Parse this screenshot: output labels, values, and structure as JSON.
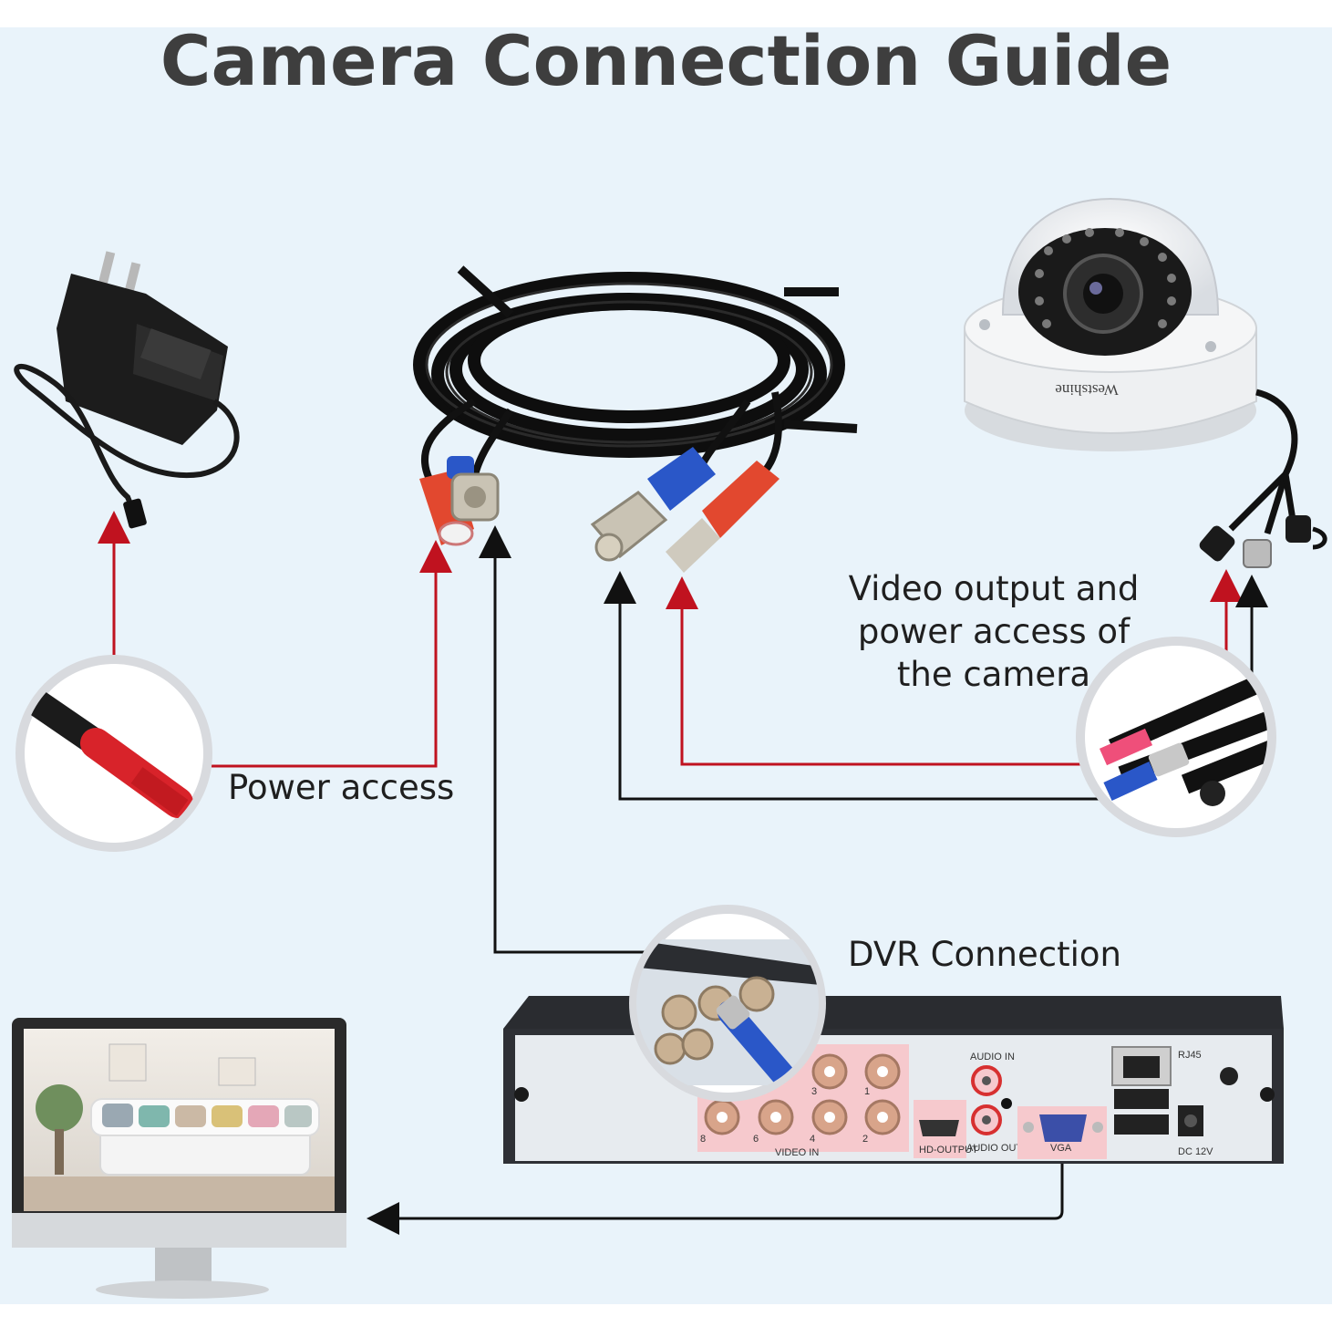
{
  "title": "Camera Connection Guide",
  "labels": {
    "power_access": "Power access",
    "video_output_lines": [
      "Video output and",
      "power access of",
      "the camera"
    ],
    "dvr_connection": "DVR Connection"
  },
  "camera_brand": "Westshine",
  "dvr_panel": {
    "rj45": "RJ45",
    "audio_in": "AUDIO IN",
    "audio_out": "AUDIO OUT",
    "hd_output": "HD-OUTPUT",
    "vga": "VGA",
    "video_in": "VIDEO IN",
    "dc": "DC 12V",
    "channels": [
      "3",
      "1",
      "8",
      "6",
      "4",
      "2"
    ]
  },
  "colors": {
    "background": "#e9f3fa",
    "power_line": "#c0121f",
    "video_line": "#111111",
    "highlight": "#f6c9cd"
  },
  "icons": [
    "power-adapter-icon",
    "bnc-cable-icon",
    "dome-camera-icon",
    "dvr-icon",
    "monitor-icon"
  ]
}
